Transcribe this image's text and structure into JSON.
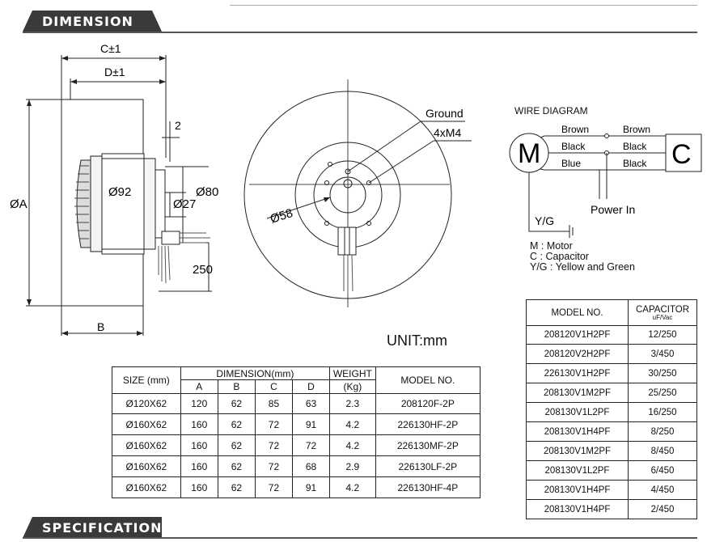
{
  "header": {
    "dimension_title": "DIMENSION",
    "specification_title": "SPECIFICATION"
  },
  "drawing_side": {
    "c_label": "C±1",
    "d_label": "D±1",
    "gap_label": "2",
    "dia_a": "ØA",
    "dia_92": "Ø92",
    "dia_27": "Ø27",
    "dia_80": "Ø80",
    "wire_length": "250",
    "b_label": "B"
  },
  "drawing_front": {
    "ground_label": "Ground",
    "screw_label": "4xM4",
    "dia_58": "Ø58"
  },
  "unit_label": "UNIT:mm",
  "wire_diagram": {
    "title": "WIRE DIAGRAM",
    "motor_symbol": "M",
    "capacitor_symbol": "C",
    "brown_left": "Brown",
    "brown_right": "Brown",
    "black_left": "Black",
    "black_right_top": "Black",
    "blue_left": "Blue",
    "black_right_bottom": "Black",
    "power_in": "Power In",
    "yg": "Y/G",
    "legend": [
      "M : Motor",
      "C : Capacitor",
      "Y/G : Yellow and Green"
    ]
  },
  "dimension_table": {
    "size_header": "SIZE (mm)",
    "dimension_header": "DIMENSION(mm)",
    "weight_header": "WEIGHT",
    "weight_unit": "(Kg)",
    "model_header": "MODEL NO.",
    "sub_headers": [
      "A",
      "B",
      "C",
      "D"
    ],
    "rows": [
      {
        "size": "Ø120X62",
        "a": "120",
        "b": "62",
        "c": "85",
        "d": "63",
        "weight": "2.3",
        "model": "208120F-2P"
      },
      {
        "size": "Ø160X62",
        "a": "160",
        "b": "62",
        "c": "72",
        "d": "91",
        "weight": "4.2",
        "model": "226130HF-2P"
      },
      {
        "size": "Ø160X62",
        "a": "160",
        "b": "62",
        "c": "72",
        "d": "72",
        "weight": "4.2",
        "model": "226130MF-2P"
      },
      {
        "size": "Ø160X62",
        "a": "160",
        "b": "62",
        "c": "72",
        "d": "68",
        "weight": "2.9",
        "model": "226130LF-2P"
      },
      {
        "size": "Ø160X62",
        "a": "160",
        "b": "62",
        "c": "72",
        "d": "91",
        "weight": "4.2",
        "model": "226130HF-4P"
      }
    ]
  },
  "capacitor_table": {
    "model_header": "MODEL NO.",
    "capacitor_header": "CAPACITOR",
    "capacitor_unit": "uF/Vac",
    "rows": [
      {
        "model": "208120V1H2PF",
        "cap": "12/250"
      },
      {
        "model": "208120V2H2PF",
        "cap": "3/450"
      },
      {
        "model": "226130V1H2PF",
        "cap": "30/250"
      },
      {
        "model": "208130V1M2PF",
        "cap": "25/250"
      },
      {
        "model": "208130V1L2PF",
        "cap": "16/250"
      },
      {
        "model": "208130V1H4PF",
        "cap": "8/250"
      },
      {
        "model": "208130V1M2PF",
        "cap": "8/450"
      },
      {
        "model": "208130V1L2PF",
        "cap": "6/450"
      },
      {
        "model": "208130V1H4PF",
        "cap": "4/450"
      },
      {
        "model": "208130V1H4PF",
        "cap": "2/450"
      }
    ]
  }
}
